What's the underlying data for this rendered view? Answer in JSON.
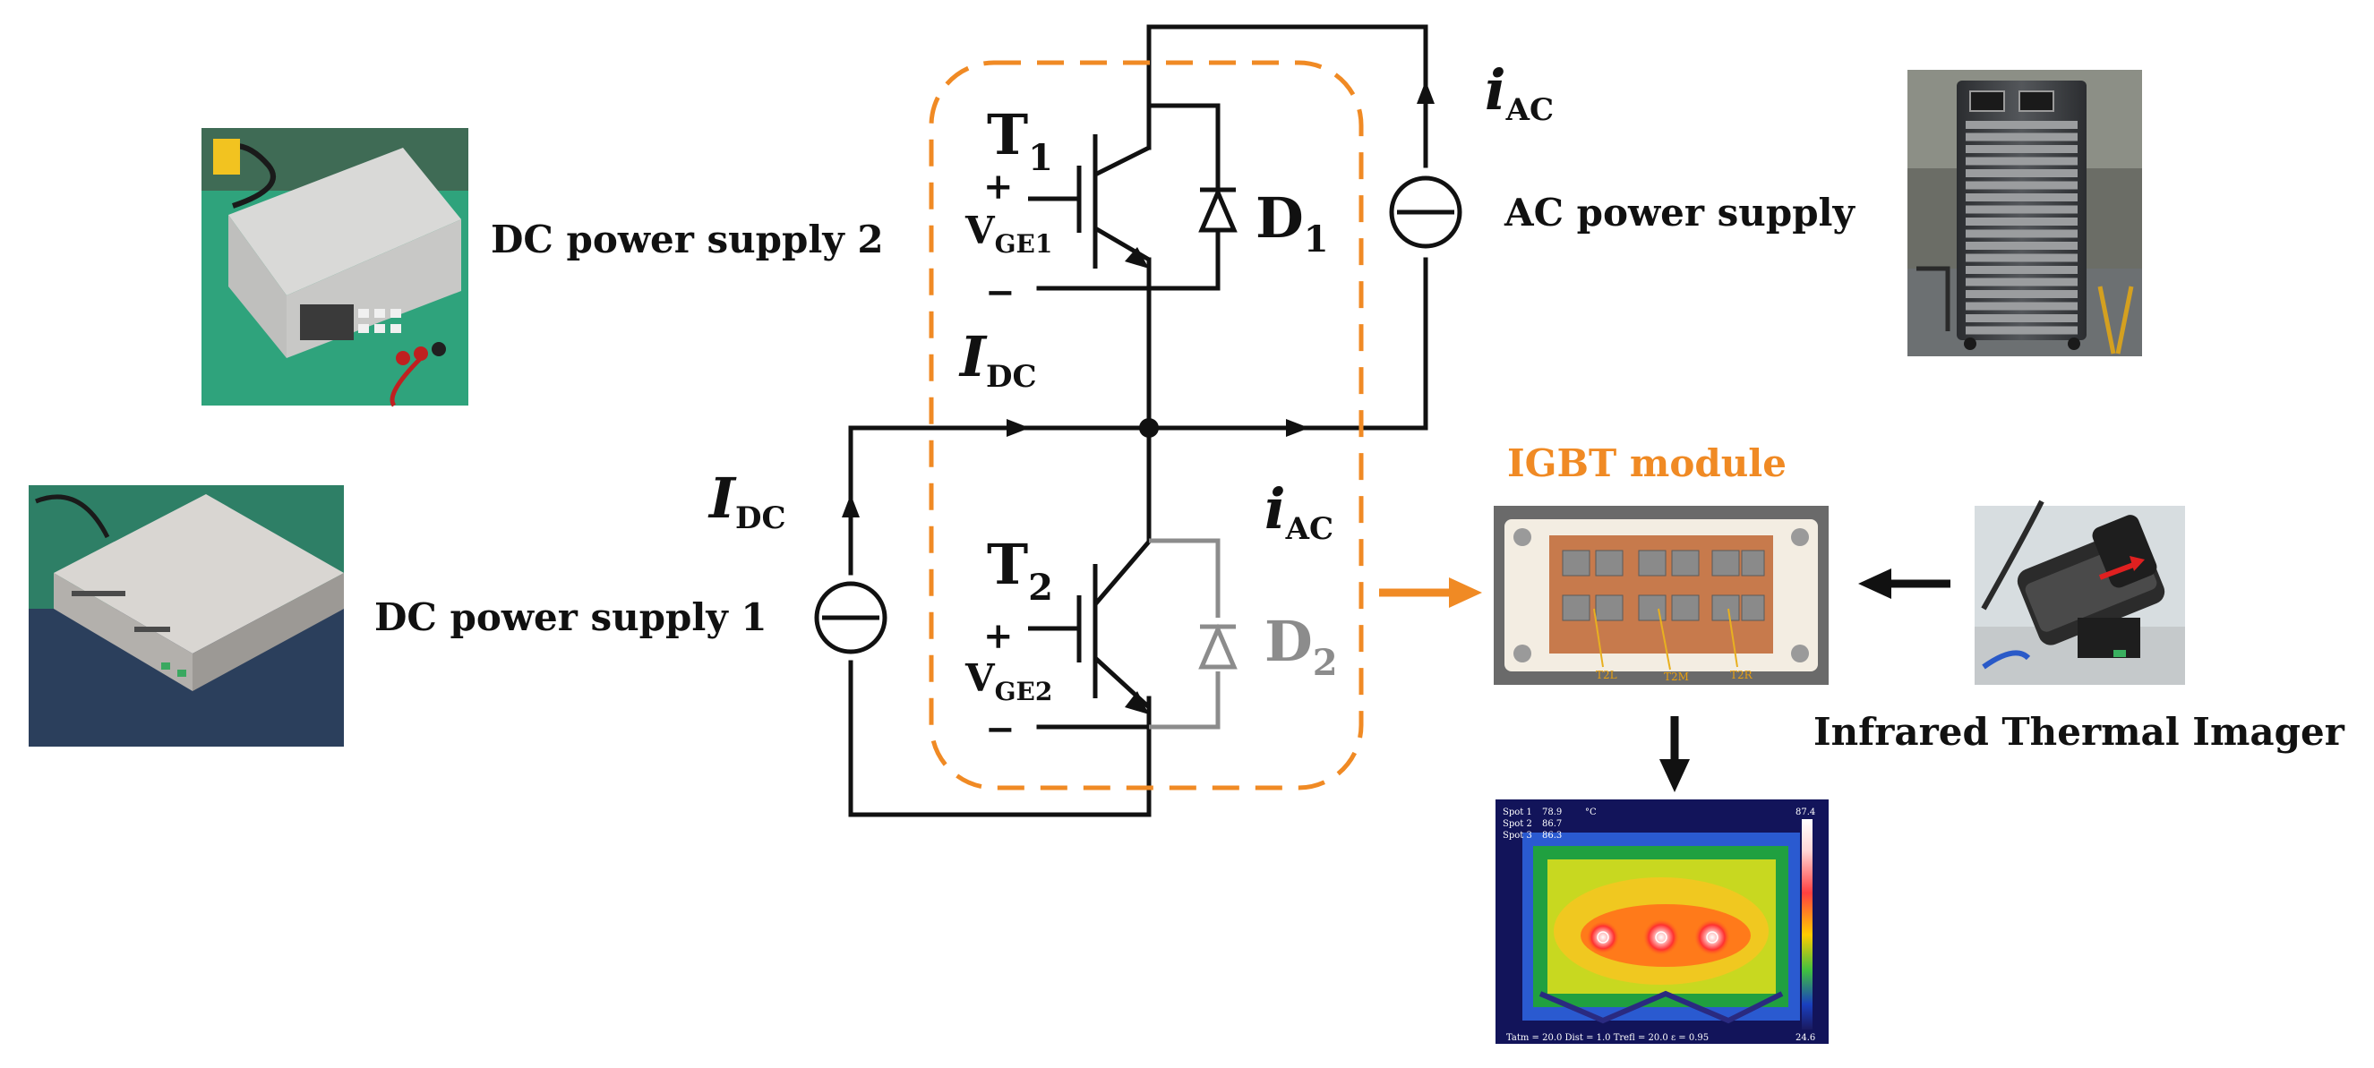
{
  "labels": {
    "dc_supply_2": "DC power supply 2",
    "dc_supply_1": "DC power supply 1",
    "ac_supply": "AC power supply",
    "igbt_module": "IGBT module",
    "infrared_imager": "Infrared Thermal Imager"
  },
  "circuit": {
    "t1": {
      "main": "T",
      "sub": "1"
    },
    "t2": {
      "main": "T",
      "sub": "2"
    },
    "d1": {
      "main": "D",
      "sub": "1"
    },
    "d2": {
      "main": "D",
      "sub": "2"
    },
    "vge1": {
      "main": "V",
      "sub": "GE1"
    },
    "vge2": {
      "main": "V",
      "sub": "GE2"
    },
    "plus": "+",
    "minus": "−",
    "idc": {
      "main": "I",
      "sub": "DC"
    },
    "iac": {
      "main": "i",
      "sub": "AC"
    }
  },
  "igbt_photo": {
    "tags": [
      "T2L",
      "T2M",
      "T2R"
    ]
  },
  "thermal": {
    "spots": [
      {
        "label": "Spot 1",
        "value": "78.9"
      },
      {
        "label": "Spot 2",
        "value": "86.7"
      },
      {
        "label": "Spot 3",
        "value": "86.3"
      }
    ],
    "unit": "°C",
    "scale_max": "87.4",
    "scale_min": "24.6",
    "footer": "Tatm = 20.0  Dist = 1.0  Trefl = 20.0  ε = 0.95"
  },
  "colors": {
    "accent_orange": "#f08a24",
    "wire": "#111111",
    "gray_branch": "#8c8c8c"
  }
}
